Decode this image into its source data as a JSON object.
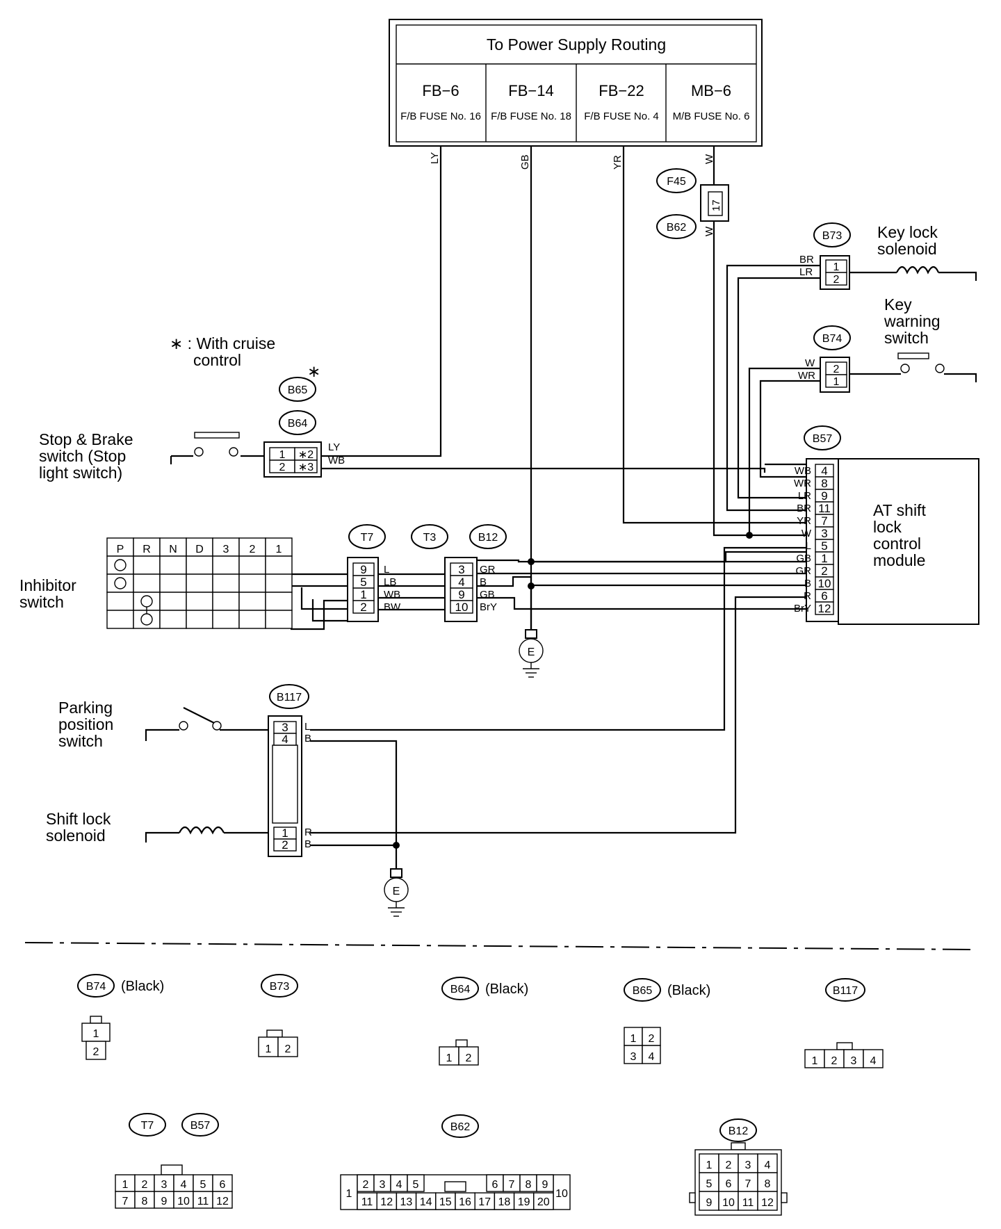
{
  "power": {
    "title": "To Power Supply Routing",
    "fuses": [
      {
        "id": "FB−6",
        "sub": "F/B FUSE No. 16",
        "wire": "LY"
      },
      {
        "id": "FB−14",
        "sub": "F/B FUSE No. 18",
        "wire": "GB"
      },
      {
        "id": "FB−22",
        "sub": "F/B FUSE No. 4",
        "wire": "YR"
      },
      {
        "id": "MB−6",
        "sub": "M/B FUSE No. 6",
        "wire": "W"
      }
    ]
  },
  "connectors": {
    "f45": "F45",
    "b62": "B62",
    "b73": "B73",
    "b74": "B74",
    "b65": "B65",
    "b64": "B64",
    "b57": "B57",
    "t7": "T7",
    "t3": "T3",
    "b12": "B12",
    "b117": "B117"
  },
  "b62_pin": "17",
  "components": {
    "key_lock": [
      "Key lock",
      "solenoid"
    ],
    "key_warning": [
      "Key",
      "warning",
      "switch"
    ],
    "cruise_note": [
      "∗ : With cruise",
      "control"
    ],
    "asterisk": "∗",
    "stop_brake": [
      "Stop & Brake",
      "switch (Stop",
      "light switch)"
    ],
    "inhibitor": [
      "Inhibitor",
      "switch"
    ],
    "at_module": [
      "AT shift",
      "lock",
      "control",
      "module"
    ],
    "parking": [
      "Parking",
      "position",
      "switch"
    ],
    "shift_lock": [
      "Shift lock",
      "solenoid"
    ],
    "ground": "E"
  },
  "inhibitor_positions": [
    "P",
    "R",
    "N",
    "D",
    "3",
    "2",
    "1"
  ],
  "b73": {
    "pins": [
      "1",
      "2"
    ],
    "wires": [
      "BR",
      "LR"
    ]
  },
  "b74": {
    "pins": [
      "2",
      "1"
    ],
    "wires": [
      "W",
      "WR"
    ]
  },
  "b64": {
    "pins_left": [
      "1",
      "2"
    ],
    "pins_right": [
      "∗2",
      "∗3"
    ],
    "wires": [
      "LY",
      "WB"
    ]
  },
  "b57": {
    "pins": [
      "4",
      "8",
      "9",
      "11",
      "7",
      "3",
      "5",
      "1",
      "2",
      "10",
      "6",
      "12"
    ],
    "wires": [
      "WB",
      "WR",
      "LR",
      "BR",
      "YR",
      "W",
      "L",
      "GB",
      "GR",
      "B",
      "R",
      "BrY"
    ]
  },
  "t7": {
    "pins": [
      "9",
      "5",
      "1",
      "2"
    ],
    "wires": [
      "L",
      "LB",
      "WB",
      "BW"
    ]
  },
  "b12": {
    "pins": [
      "3",
      "4",
      "9",
      "10"
    ],
    "wires": [
      "GR",
      "B",
      "GB",
      "BrY"
    ]
  },
  "b117": {
    "pins": [
      "3",
      "4",
      "1",
      "2"
    ],
    "wires": [
      "L",
      "B",
      "R",
      "B"
    ]
  },
  "views": {
    "b74": {
      "name": "B74",
      "color": "(Black)",
      "pins": [
        "1",
        "2"
      ]
    },
    "b73": {
      "name": "B73",
      "pins": [
        "1",
        "2"
      ]
    },
    "b64": {
      "name": "B64",
      "color": "(Black)",
      "pins": [
        "1",
        "2"
      ]
    },
    "b65": {
      "name": "B65",
      "color": "(Black)",
      "pins": [
        "1",
        "2",
        "3",
        "4"
      ]
    },
    "b117": {
      "name": "B117",
      "pins": [
        "1",
        "2",
        "3",
        "4"
      ]
    },
    "t7": {
      "name": "T7"
    },
    "b57": {
      "name": "B57",
      "pins": [
        "1",
        "2",
        "3",
        "4",
        "5",
        "6",
        "7",
        "8",
        "9",
        "10",
        "11",
        "12"
      ]
    },
    "b62": {
      "name": "B62",
      "pins": [
        "1",
        "2",
        "3",
        "4",
        "5",
        "6",
        "7",
        "8",
        "9",
        "10",
        "11",
        "12",
        "13",
        "14",
        "15",
        "16",
        "17",
        "18",
        "19",
        "20"
      ]
    },
    "b12": {
      "name": "B12",
      "pins": [
        "1",
        "2",
        "3",
        "4",
        "5",
        "6",
        "7",
        "8",
        "9",
        "10",
        "11",
        "12"
      ]
    }
  }
}
